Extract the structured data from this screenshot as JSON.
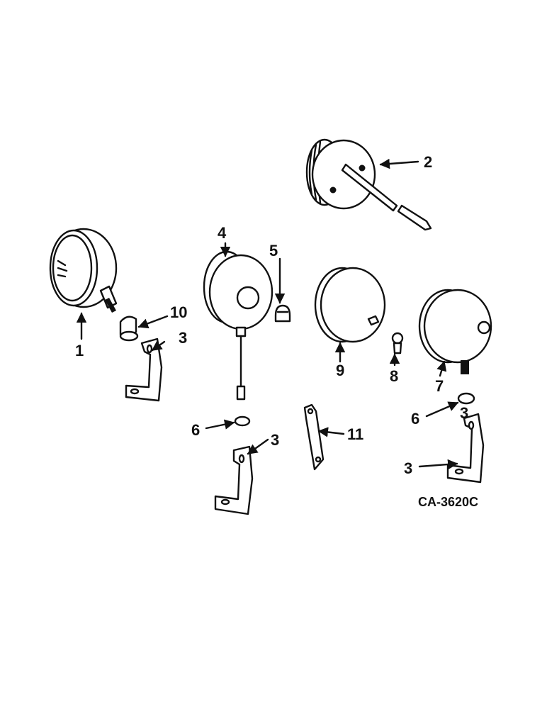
{
  "diagram": {
    "drawing_code": "CA-3620C",
    "callouts": [
      "1",
      "2",
      "3",
      "3",
      "3",
      "3",
      "4",
      "5",
      "6",
      "6",
      "7",
      "8",
      "9",
      "10",
      "11"
    ]
  }
}
